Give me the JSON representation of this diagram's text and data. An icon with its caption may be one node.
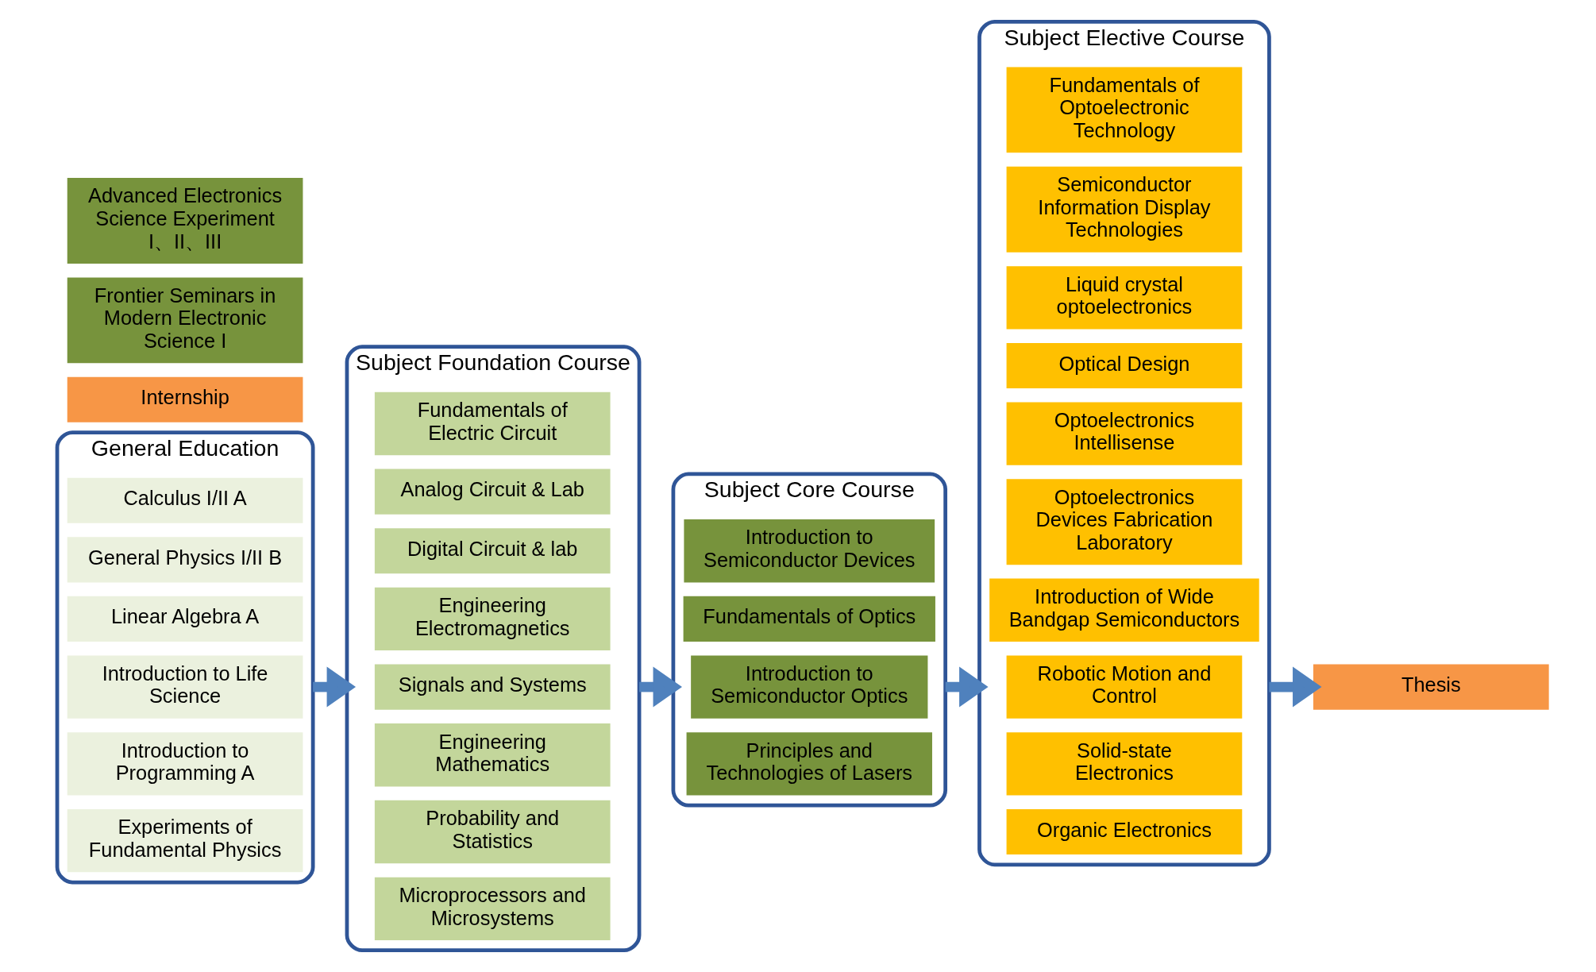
{
  "diagram": {
    "nodes": [
      {
        "text": [
          "General Education"
        ]
      },
      {
        "text": [
          "Calculus I/II A"
        ],
        "in": 0
      },
      {
        "text": [
          "General Physics I/II B"
        ],
        "in": 0
      },
      {
        "text": [
          "Linear Algebra A"
        ],
        "in": 0
      },
      {
        "text": [
          "Introduction to Life Science"
        ],
        "in": 0
      },
      {
        "text": [
          "Introduction to Programming A"
        ],
        "in": 0
      },
      {
        "text": [
          "Experiments of Fundamental Physics"
        ],
        "in": 0
      },
      {
        "text": [
          "Subject Foundation Course"
        ]
      },
      {
        "text": [
          "Fundamentals of Electric Circuit"
        ],
        "in": 7
      },
      {
        "text": [
          "Analog Circuit & Lab"
        ],
        "in": 7
      },
      {
        "text": [
          "Digital Circuit & lab"
        ],
        "in": 7
      },
      {
        "text": [
          "Engineering Electromagnetics"
        ],
        "in": 7
      },
      {
        "text": [
          "Signals and Systems"
        ],
        "in": 7
      },
      {
        "text": [
          "Engineering Mathematics"
        ],
        "in": 7
      },
      {
        "text": [
          "Probability and Statistics"
        ],
        "in": 7
      },
      {
        "text": [
          "Microprocessors and Microsystems"
        ],
        "in": 7
      },
      {
        "text": [
          "Subject Core Course"
        ]
      },
      {
        "text": [
          "Introduction to Semiconductor Devices"
        ],
        "in": 16
      },
      {
        "text": [
          "Fundamentals of Optics"
        ],
        "in": 16
      },
      {
        "text": [
          "Introduction to Semiconductor Optics"
        ],
        "in": 16
      },
      {
        "text": [
          "Principles and Technologies of Lasers"
        ],
        "in": 16
      },
      {
        "text": [
          "Subject Elective Course"
        ]
      },
      {
        "text": [
          "Fundamentals of Optoelectronic Technology"
        ],
        "in": 21
      },
      {
        "text": [
          "Optoelectronics Devices Fabrication Laboratory"
        ],
        "in": 21
      },
      {
        "text": [
          "Semiconductor Information Display Technologies"
        ],
        "in": 21
      },
      {
        "text": [
          "Introduction of Wide Bandgap Semiconductors"
        ],
        "in": 21
      },
      {
        "text": [
          "Liquid crystal optoelectronics"
        ],
        "in": 21
      },
      {
        "text": [
          "Robotic Motion and Control"
        ],
        "in": 21
      },
      {
        "text": [
          "Optical Design"
        ],
        "in": 21
      },
      {
        "text": [
          "Solid-state Electronics"
        ],
        "in": 21
      },
      {
        "text": [
          "Optoelectronics Intellisense"
        ],
        "in": 21
      },
      {
        "text": [
          "Organic Electronics"
        ],
        "in": 21
      },
      {
        "text": [
          "Thesis"
        ]
      },
      {
        "text": [
          "Internship"
        ]
      },
      {
        "text": [
          "Frontier Seminars in Modern Electronic Science I"
        ]
      },
      {
        "text": [
          "Advanced Electronics Science Experiment I、II、III"
        ]
      }
    ],
    "edges": [
      {
        "from": 0,
        "to": 7,
        "arrow": "to"
      },
      {
        "from": 7,
        "to": 16,
        "arrow": "to"
      },
      {
        "from": 16,
        "to": 21,
        "arrow": "to"
      },
      {
        "from": 21,
        "to": 32,
        "arrow": "to"
      }
    ]
  }
}
